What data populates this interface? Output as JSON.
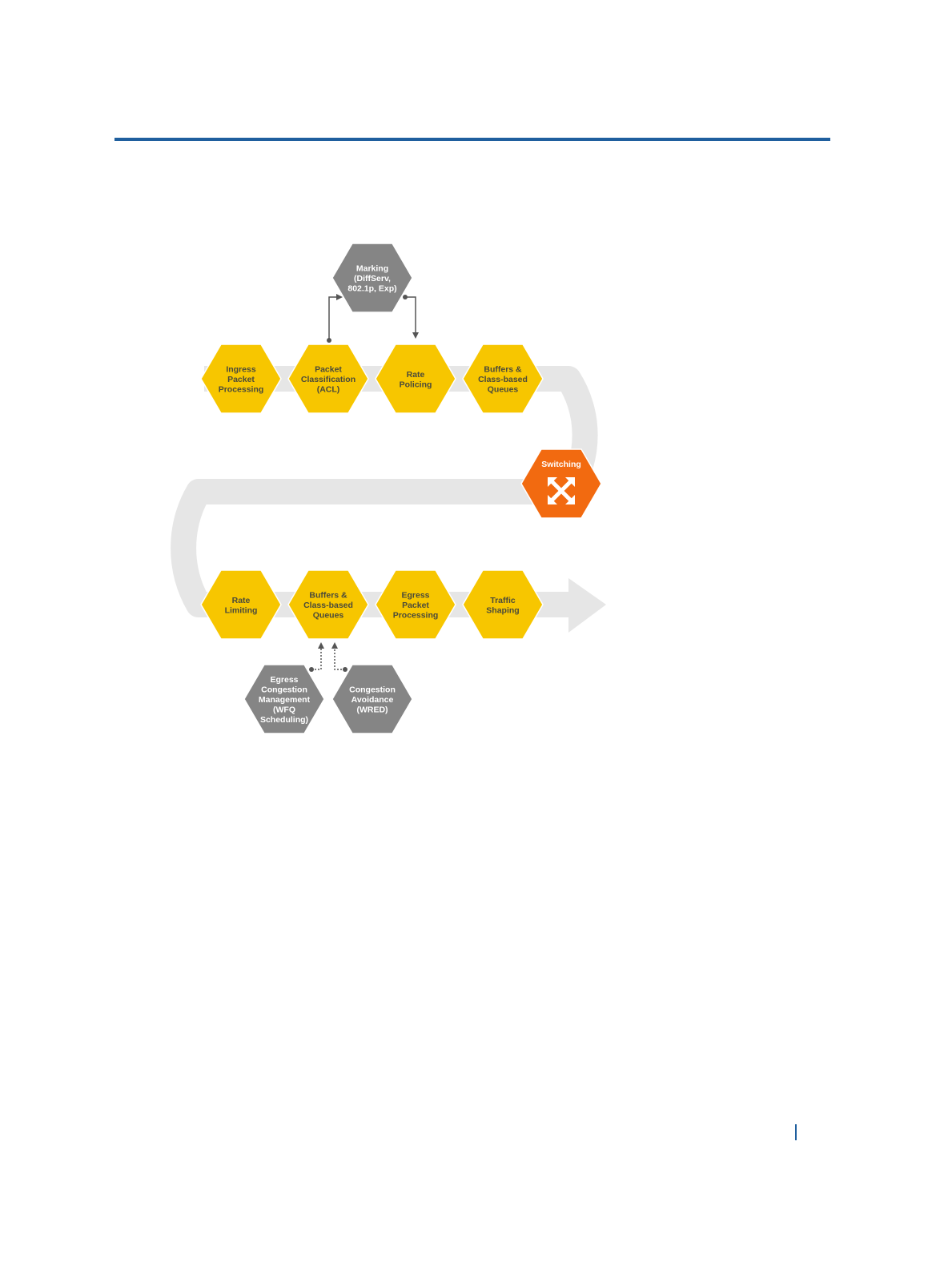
{
  "colors": {
    "rule": "#1f5f9e",
    "track": "#e6e6e6",
    "process_hex": "#f7c600",
    "side_hex": "#858585",
    "switch_hex": "#f26a10",
    "connector": "#555555"
  },
  "diagram": {
    "hexagons": [
      {
        "id": "ingress-packet-processing",
        "kind": "process",
        "lines": [
          "Ingress",
          "Packet",
          "Processing"
        ]
      },
      {
        "id": "packet-classification",
        "kind": "process",
        "lines": [
          "Packet",
          "Classification",
          "(ACL)"
        ]
      },
      {
        "id": "rate-policing",
        "kind": "process",
        "lines": [
          "Rate",
          "Policing"
        ]
      },
      {
        "id": "buffers-queues-ingress",
        "kind": "process",
        "lines": [
          "Buffers &",
          "Class-based",
          "Queues"
        ]
      },
      {
        "id": "marking",
        "kind": "side",
        "lines": [
          "Marking",
          "(DiffServ,",
          "802.1p, Exp)"
        ]
      },
      {
        "id": "switching",
        "kind": "switch",
        "lines": [
          "Switching"
        ],
        "icon": "cross-arrows-icon"
      },
      {
        "id": "rate-limiting",
        "kind": "process",
        "lines": [
          "Rate",
          "Limiting"
        ]
      },
      {
        "id": "buffers-queues-egress",
        "kind": "process",
        "lines": [
          "Buffers &",
          "Class-based",
          "Queues"
        ]
      },
      {
        "id": "egress-packet-processing",
        "kind": "process",
        "lines": [
          "Egress",
          "Packet",
          "Processing"
        ]
      },
      {
        "id": "traffic-shaping",
        "kind": "process",
        "lines": [
          "Traffic",
          "Shaping"
        ]
      },
      {
        "id": "egress-congestion-management",
        "kind": "side",
        "lines": [
          "Egress",
          "Congestion",
          "Management",
          "(WFQ",
          "Scheduling)"
        ]
      },
      {
        "id": "congestion-avoidance",
        "kind": "side",
        "lines": [
          "Congestion",
          "Avoidance",
          "(WRED)"
        ]
      }
    ],
    "connections": [
      {
        "from": "packet-classification",
        "to": "marking",
        "style": "solid"
      },
      {
        "from": "marking",
        "to": "rate-policing",
        "style": "solid"
      },
      {
        "from": "egress-congestion-management",
        "to": "buffers-queues-egress",
        "style": "dotted"
      },
      {
        "from": "congestion-avoidance",
        "to": "buffers-queues-egress",
        "style": "dotted"
      }
    ]
  }
}
